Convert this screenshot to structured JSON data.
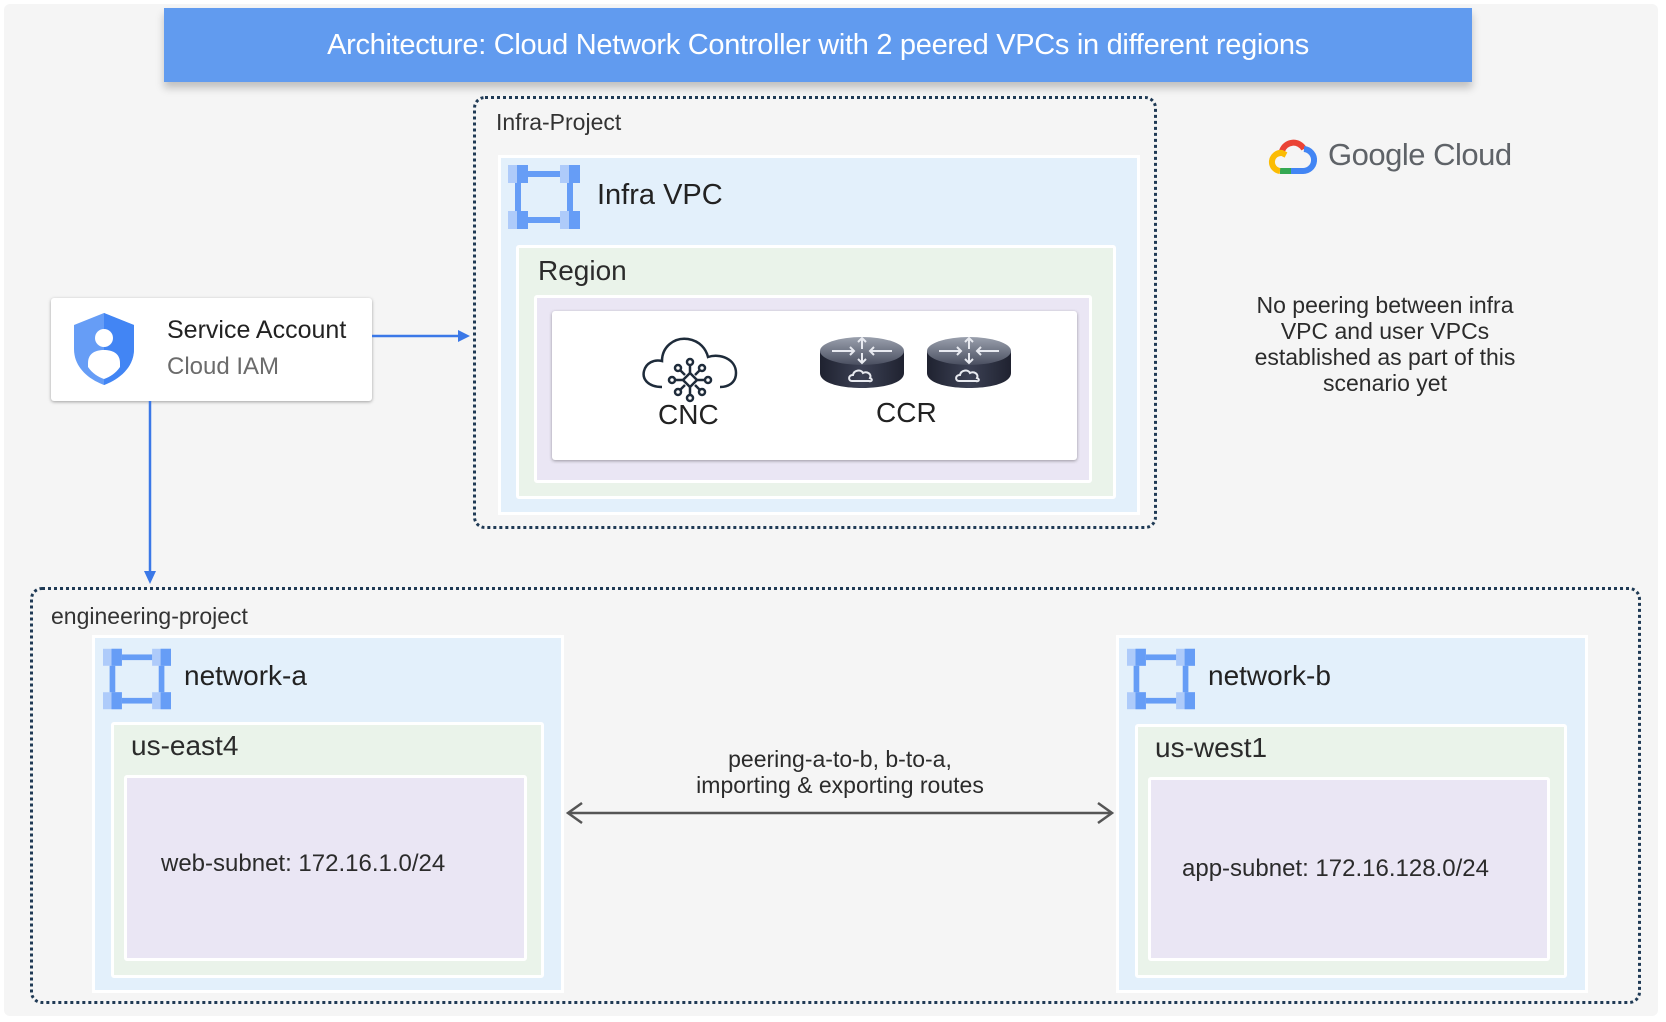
{
  "title": "Architecture: Cloud Network Controller with 2 peered VPCs in different regions",
  "colors": {
    "title_bar": "#619bef",
    "vpc_fill": "#e3f0fb",
    "region_fill": "#eaf3ea",
    "subnet_fill": "#eae6f4",
    "connector_blue": "#3b78e7",
    "peering_arrow": "#555555",
    "project_border": "#1f3a55"
  },
  "logo": {
    "icon": "google-cloud-logo-icon",
    "text": "Google Cloud"
  },
  "note": {
    "lines": [
      "No peering between infra",
      "VPC and user VPCs",
      "established as part of this",
      "scenario yet"
    ]
  },
  "service_account": {
    "icon": "shield-user-icon",
    "title": "Service Account",
    "subtitle": "Cloud IAM"
  },
  "infra_project": {
    "label": "Infra-Project",
    "vpc": {
      "icon": "vpc-network-icon",
      "label": "Infra VPC",
      "region": {
        "label": "Region",
        "components": [
          {
            "icon": "cloud-network-controller-icon",
            "label": "CNC"
          },
          {
            "icon": "cloud-router-icon",
            "label": "CCR",
            "count": 2
          }
        ]
      }
    }
  },
  "engineering_project": {
    "label": "engineering-project",
    "networks": [
      {
        "icon": "vpc-network-icon",
        "label": "network-a",
        "region": "us-east4",
        "subnet": "web-subnet: 172.16.1.0/24"
      },
      {
        "icon": "vpc-network-icon",
        "label": "network-b",
        "region": "us-west1",
        "subnet": "app-subnet: 172.16.128.0/24"
      }
    ],
    "peering": {
      "lines": [
        "peering-a-to-b, b-to-a,",
        "importing & exporting routes"
      ],
      "direction": "bidirectional"
    }
  }
}
